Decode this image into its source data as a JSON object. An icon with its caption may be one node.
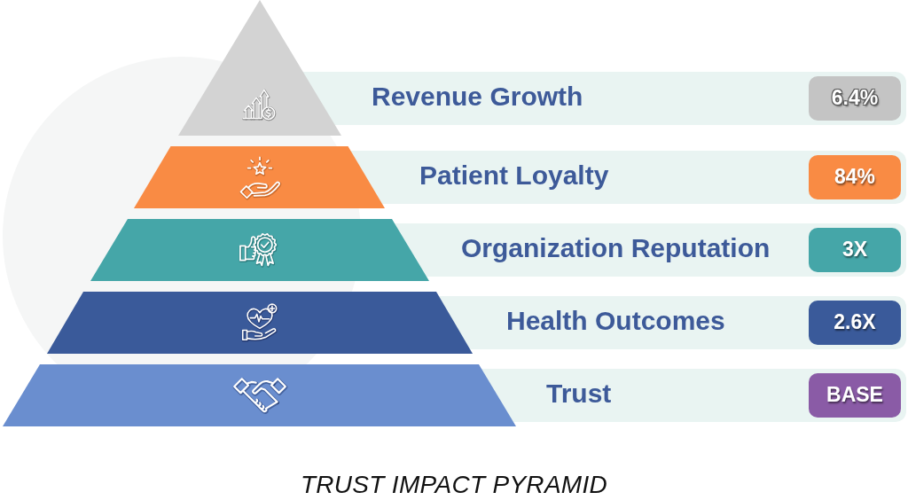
{
  "diagram": {
    "caption": "TRUST IMPACT PYRAMID",
    "nodes": [
      {
        "text": [],
        "shape": "triangle"
      },
      {
        "text": [
          "Revenue Growth"
        ]
      },
      {
        "text": [
          "6.4%"
        ],
        "in": 1
      },
      {
        "text": [],
        "shape": "trapezoid"
      },
      {
        "text": [
          "Patient Loyalty"
        ]
      },
      {
        "text": [
          "84%"
        ],
        "in": 4
      },
      {
        "text": [],
        "shape": "trapezoid"
      },
      {
        "text": [
          "Organization Reputation"
        ]
      },
      {
        "text": [
          "3X"
        ],
        "in": 7
      },
      {
        "text": [],
        "shape": "trapezoid"
      },
      {
        "text": [
          "Health Outcomes"
        ]
      },
      {
        "text": [
          "2.6X"
        ],
        "in": 10
      },
      {
        "text": [],
        "shape": "trapezoid"
      },
      {
        "text": [
          "Trust"
        ]
      },
      {
        "text": [
          "BASE"
        ],
        "in": 13
      }
    ]
  }
}
